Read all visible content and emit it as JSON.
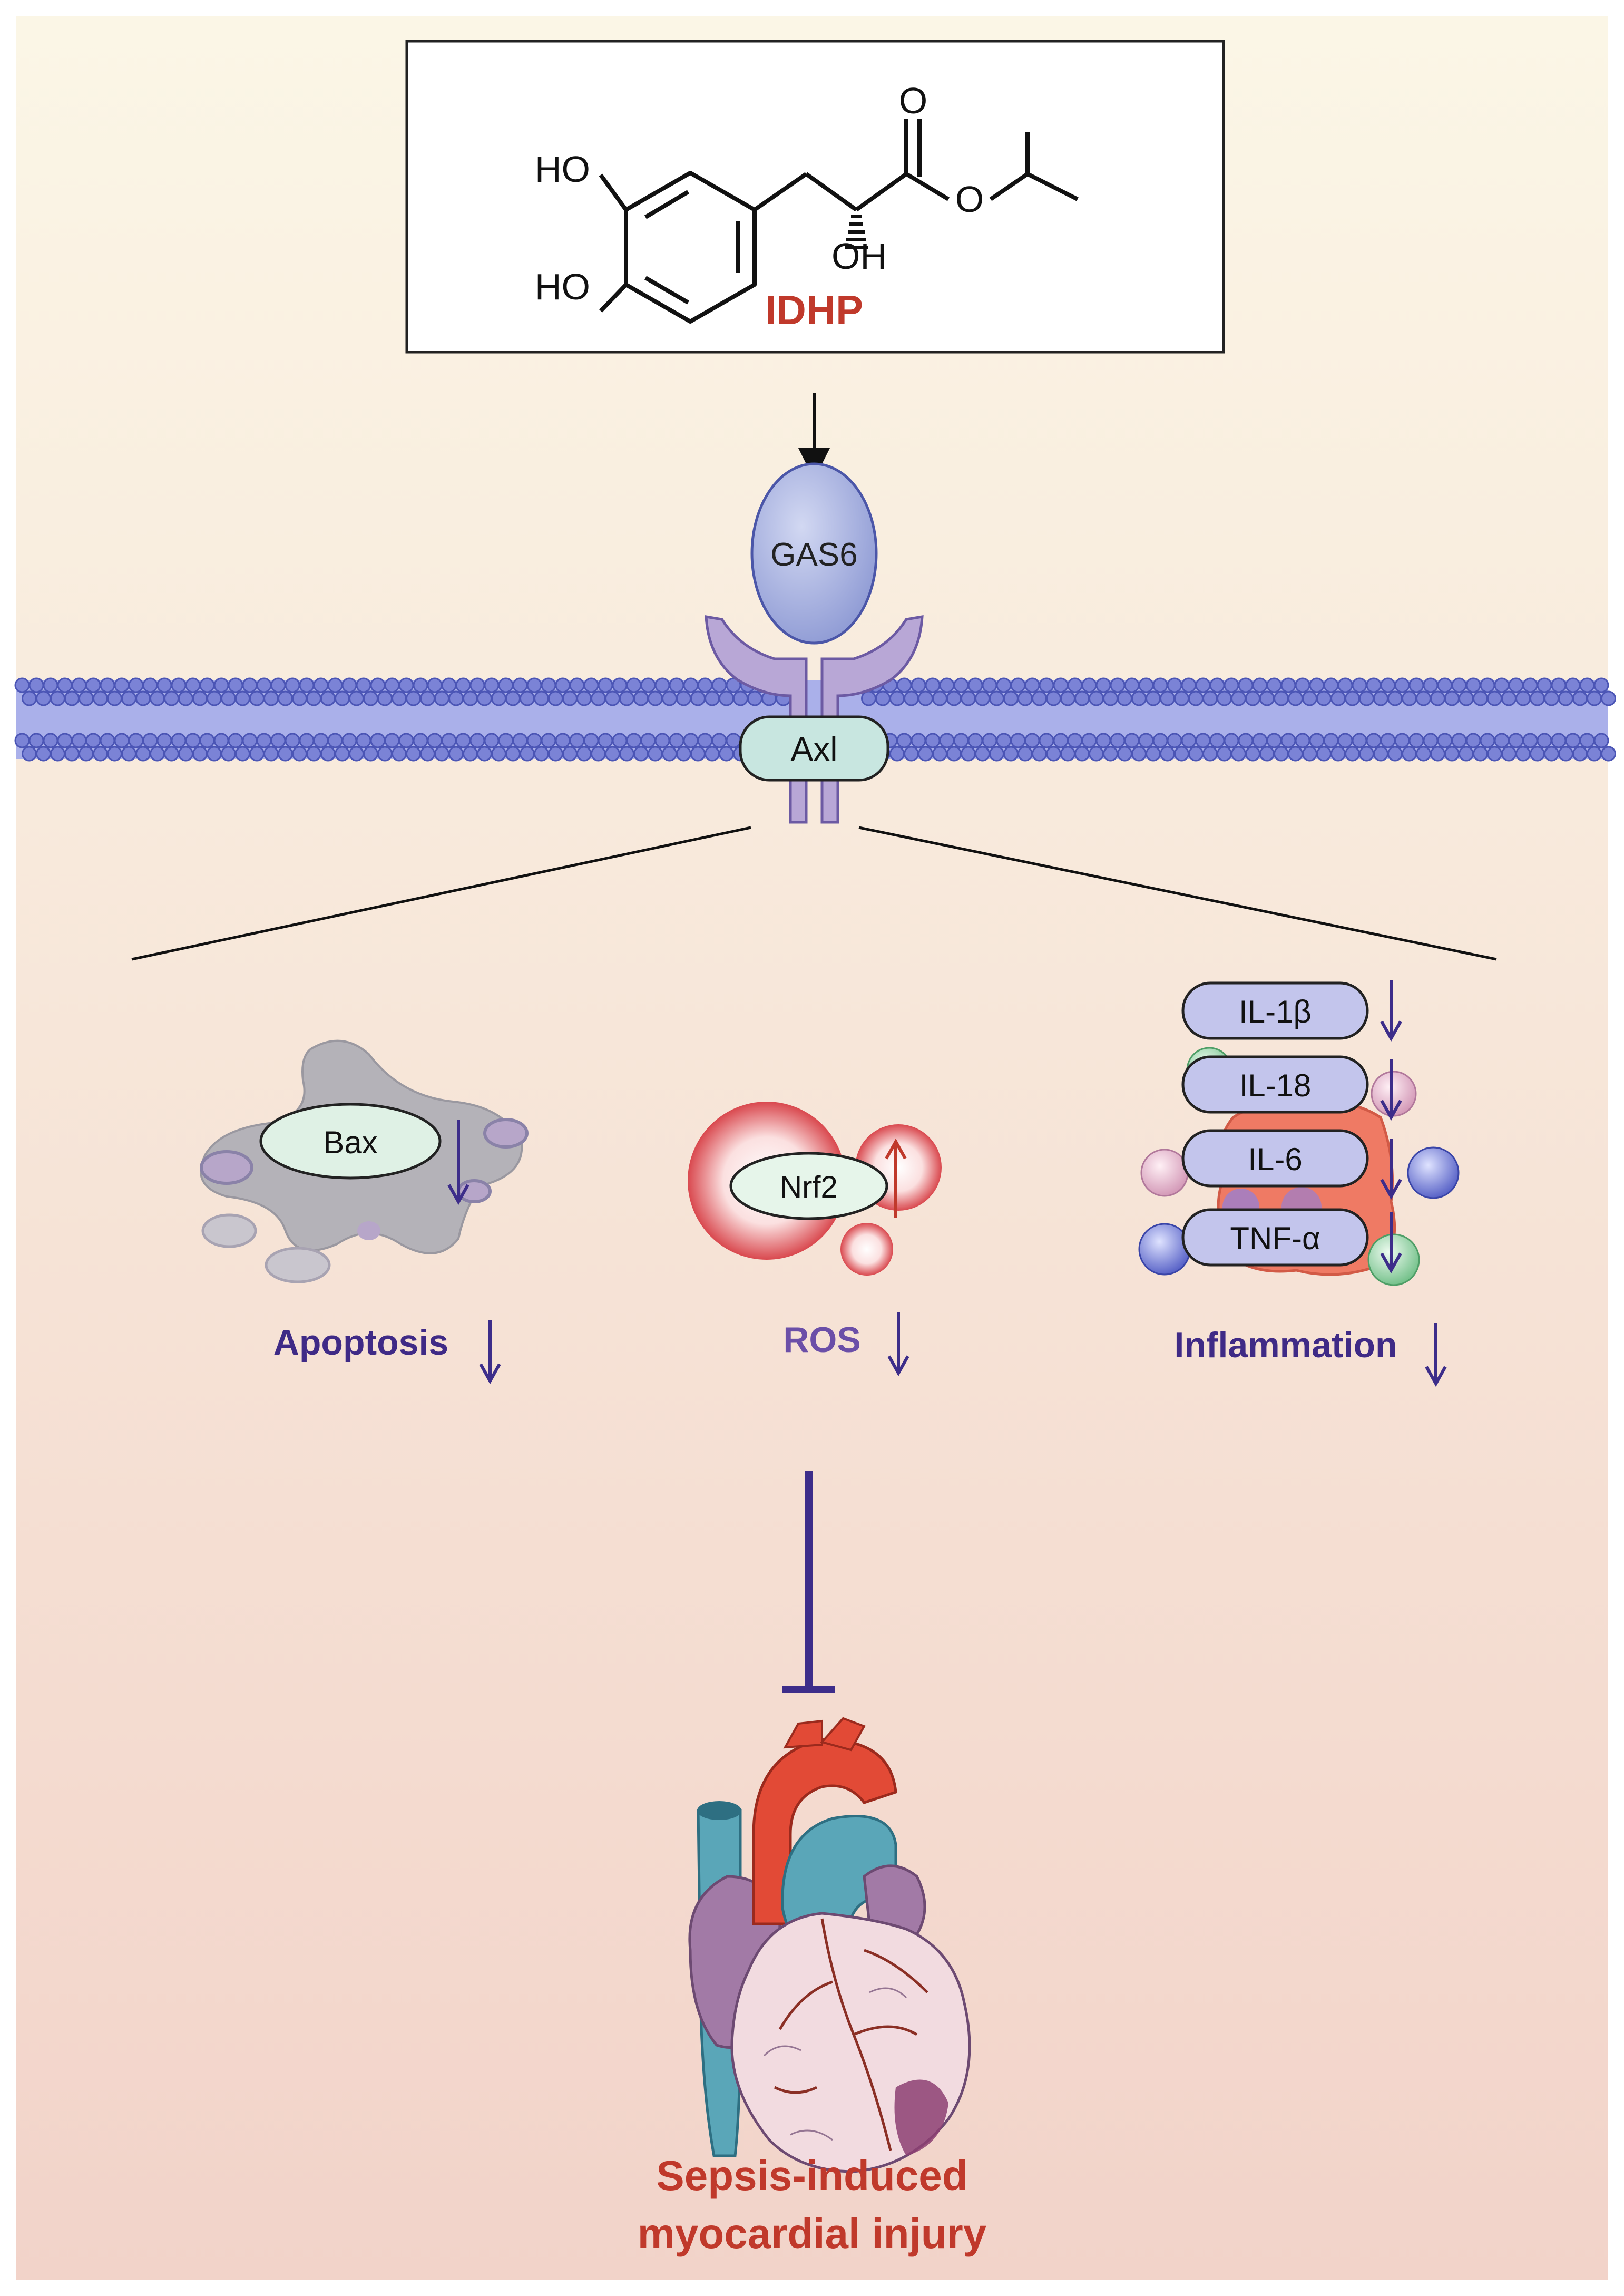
{
  "compound": {
    "name": "IDHP",
    "atoms": {
      "ho_top": "HO",
      "ho_bottom": "HO",
      "oh": "OH",
      "o_carbonyl": "O",
      "o_ester": "O"
    }
  },
  "ligand": "GAS6",
  "receptor": "Axl",
  "apoptosis": {
    "marker": "Bax",
    "label": "Apoptosis"
  },
  "ros": {
    "marker": "Nrf2",
    "label": "ROS"
  },
  "inflammation": {
    "label": "Inflammation",
    "cytokines": [
      "IL-1β",
      "IL-18",
      "IL-6",
      "TNF-α"
    ]
  },
  "outcome": {
    "line1": "Sepsis-induced",
    "line2": "myocardial injury"
  },
  "colors": {
    "bg_top": "#faf4e4",
    "bg_bottom": "#f3d6cc",
    "title_red": "#c0392b",
    "label_purple": "#3f2a86",
    "arrow_purple": "#3d2d8a",
    "arrow_red": "#c0392b",
    "membrane": "#7b83d6",
    "receptor_purple": "#b8a7d6",
    "axl_teal": "#c8e6e0",
    "gas6_blue": "#a7b2df"
  }
}
